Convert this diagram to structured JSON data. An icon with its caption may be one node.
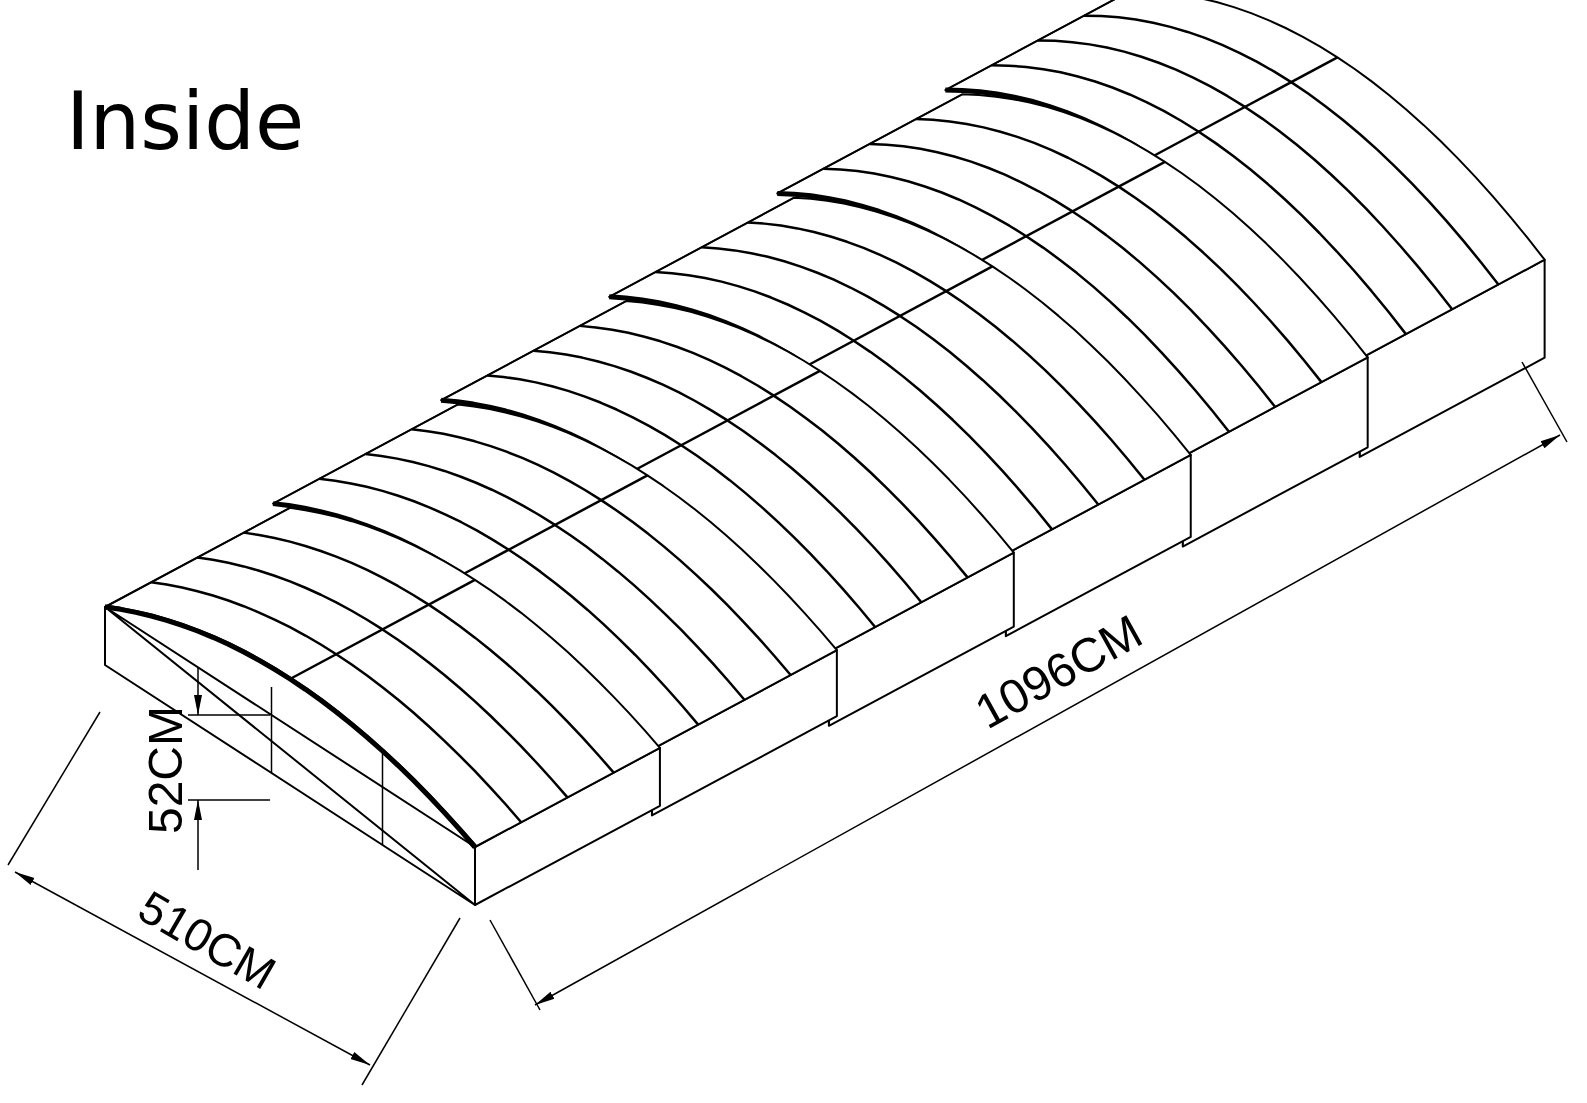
{
  "diagram": {
    "title": "Inside",
    "labels": [
      "52CM",
      "510CM",
      "1096CM"
    ]
  }
}
